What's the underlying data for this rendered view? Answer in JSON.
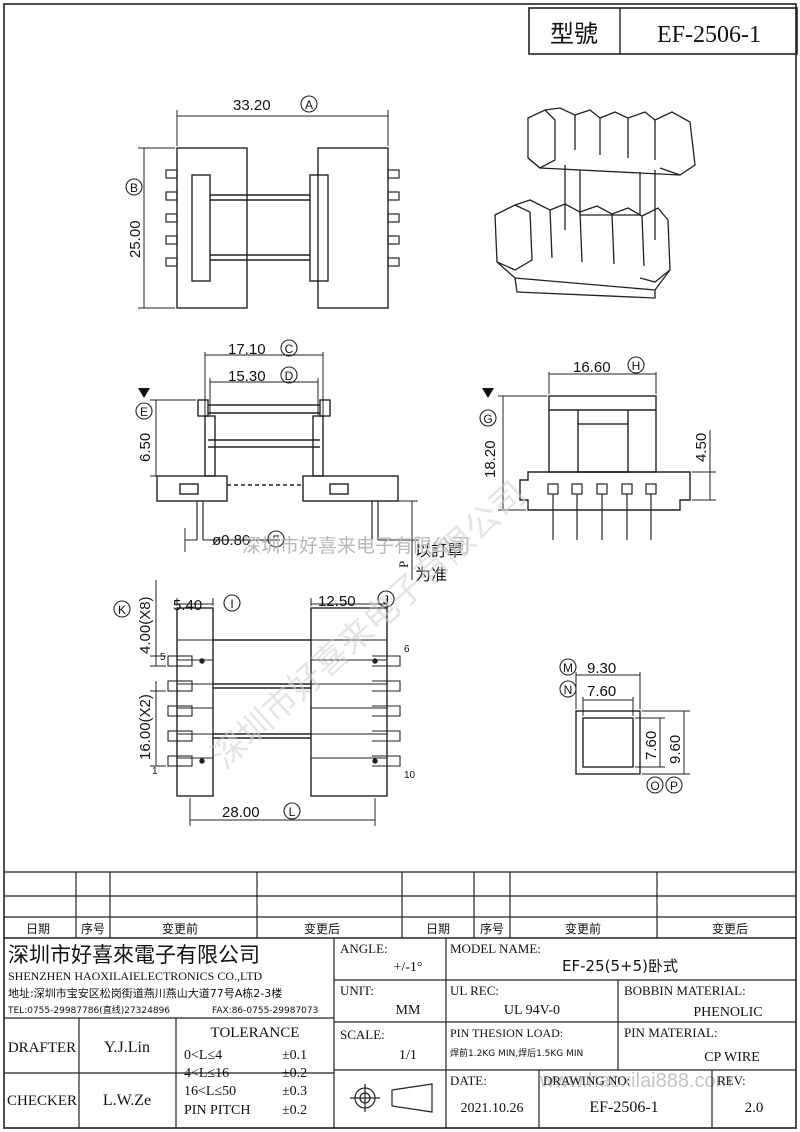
{
  "header": {
    "model_label": "型號",
    "model_value": "EF-2506-1"
  },
  "dims": {
    "a": "33.20",
    "b": "25.00",
    "c": "17.10",
    "d": "15.30",
    "e": "6.50",
    "f": "ø0.80",
    "h": "16.60",
    "g": "18.20",
    "h2": "4.50",
    "i": "5.40",
    "j": "12.50",
    "k": "4.00(X8)",
    "k2": "16.00(X2)",
    "l": "28.00",
    "m": "9.30",
    "n": "7.60",
    "o": "7.60",
    "p": "9.60"
  },
  "circles": {
    "a": "A",
    "b": "B",
    "c": "C",
    "d": "D",
    "e": "E",
    "f": "F",
    "g": "G",
    "h": "H",
    "i": "I",
    "j": "J",
    "k": "K",
    "l": "L",
    "m": "M",
    "n": "N",
    "o": "O",
    "p": "P"
  },
  "pins": {
    "p5": "5",
    "p6": "6",
    "p1": "1",
    "p10": "10"
  },
  "note": {
    "p": "P",
    "line1": "以訂單",
    "line2": "为准"
  },
  "watermark": {
    "company": "深圳市好喜来电子有限公司",
    "site": "www.haoxilai888.com"
  },
  "revision": {
    "date": "日期",
    "seq": "序号",
    "before": "变更前",
    "after": "变更后"
  },
  "company": {
    "name": "深圳市好喜來電子有限公司",
    "english": "SHENZHEN HAOXILAIELECTRONICS CO.,LTD",
    "address": "地址:深圳市宝安区松岗街道燕川燕山大道77号A栋2-3楼",
    "tel": "TEL:0755-29987786(直线)27324896",
    "fax": "FAX:86-0755-29987073"
  },
  "people": {
    "drafter_label": "DRAFTER",
    "drafter": "Y.J.Lin",
    "checker_label": "CHECKER",
    "checker": "L.W.Ze"
  },
  "tolerance": {
    "title": "TOLERANCE",
    "rows": [
      {
        "range": "0<L≤4",
        "value": "±0.1"
      },
      {
        "range": "4<L≤16",
        "value": "±0.2"
      },
      {
        "range": "16<L≤50",
        "value": "±0.3"
      },
      {
        "range": "PIN PITCH",
        "value": "±0.2"
      }
    ]
  },
  "fields": {
    "angle_label": "ANGLE:",
    "angle": "+/-1°",
    "unit_label": "UNIT:",
    "unit": "MM",
    "scale_label": "SCALE:",
    "scale": "1/1",
    "model_label": "MODEL NAME:",
    "model": "EF-25(5+5)卧式",
    "ul_label": "UL REC:",
    "ul": "UL 94V-0",
    "bobbin_label": "BOBBIN MATERIAL:",
    "bobbin": "PHENOLIC",
    "tension_label": "PIN THESION LOAD:",
    "tension": "焊前1.2KG MIN,焊后1.5KG MIN",
    "pin_label": "PIN MATERIAL:",
    "pin": "CP  WIRE",
    "date_label": "DATE:",
    "date": "2021.10.26",
    "drawing_label": "DRAWING NO:",
    "drawing": "EF-2506-1",
    "rev_label": "REV:",
    "rev": "2.0"
  }
}
